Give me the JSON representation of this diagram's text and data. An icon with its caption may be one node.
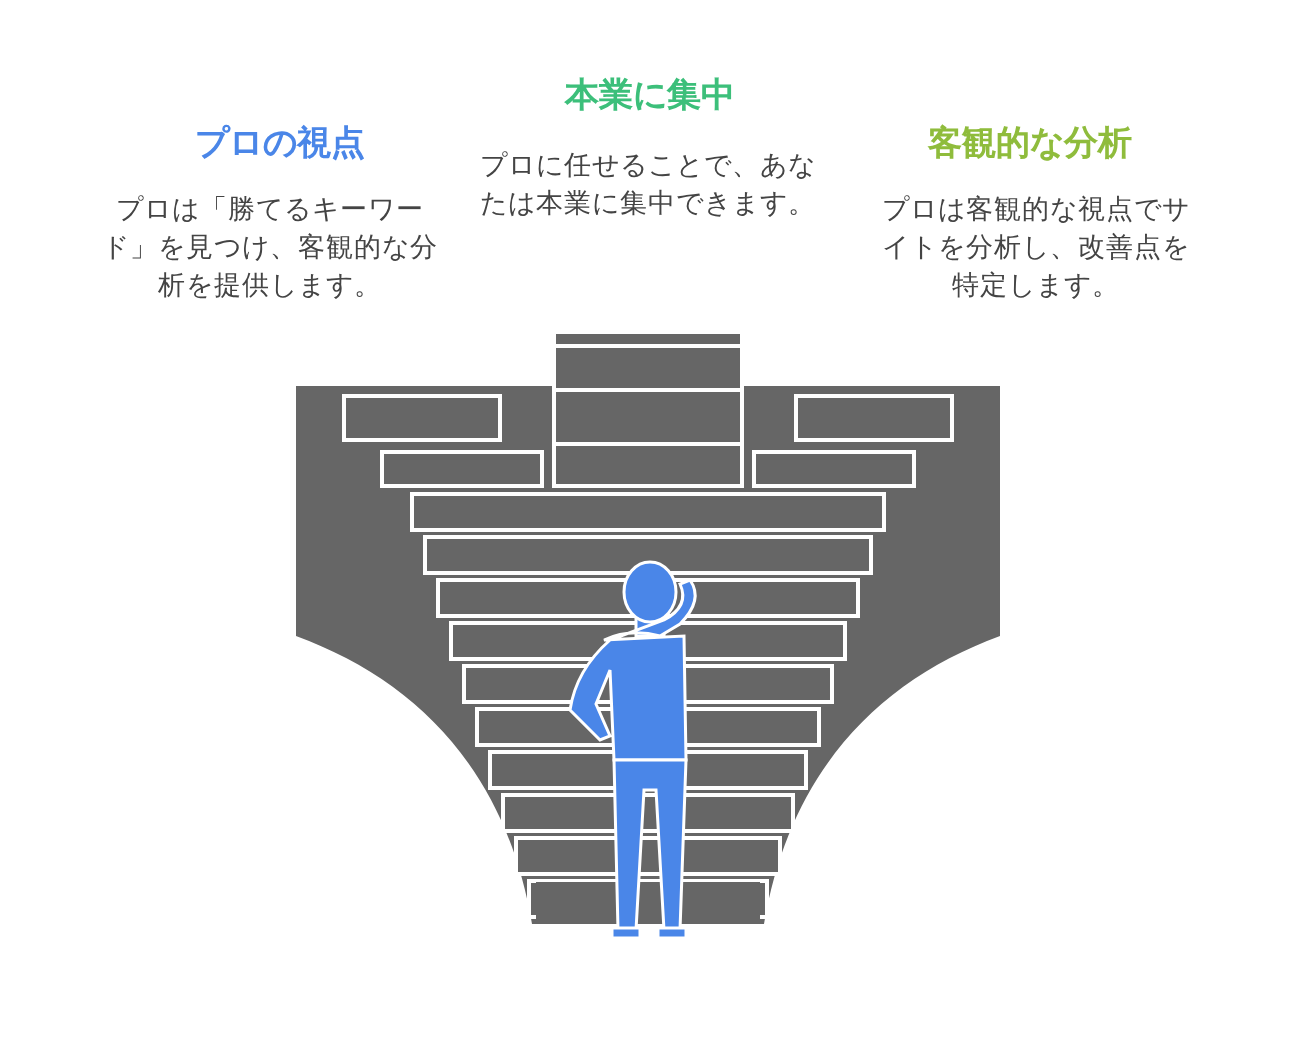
{
  "diagram": {
    "labels": [
      "プロの視点",
      "プロは「勝てるキーワード」を見つけ、客観的な分析を提供します。",
      "本業に集中",
      "プロに任せることで、あなたは本業に集中できます。",
      "客観的な分析",
      "プロは客観的な視点でサイトを分析し、改善点を特定します。"
    ]
  }
}
